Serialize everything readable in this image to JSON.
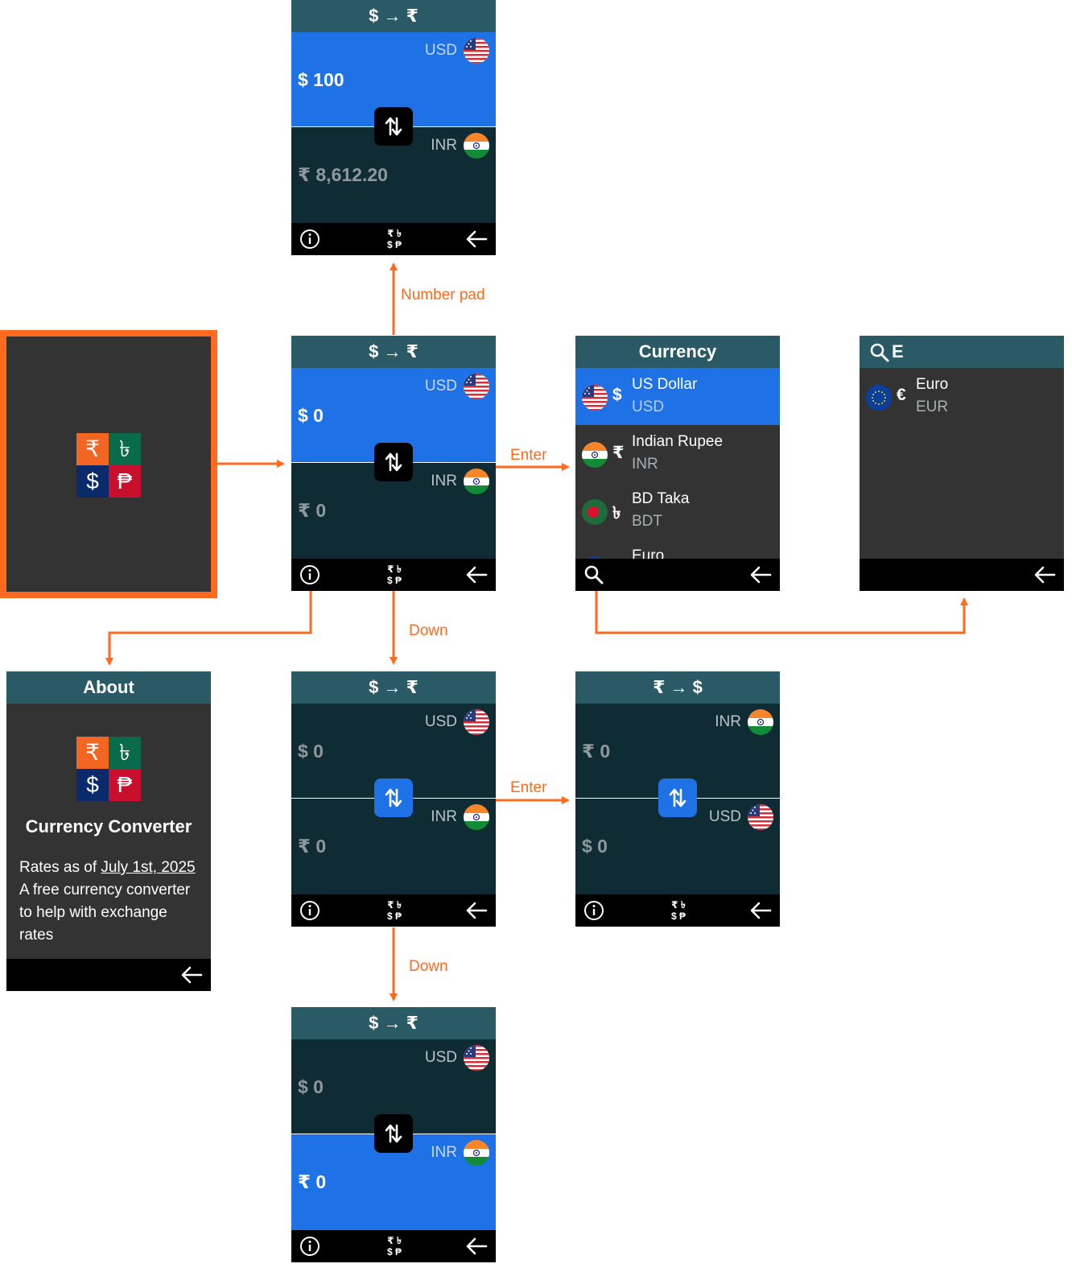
{
  "colors": {
    "accent": "#ff6a1f",
    "header": "#2a5a66",
    "panel": "#0f2c35",
    "active_panel": "#1f72e6",
    "background": "#333333"
  },
  "launcher": {
    "logo_glyphs": [
      "₹",
      "৳",
      "$",
      "₱"
    ]
  },
  "converter_top_active": {
    "header": "$ → ₹",
    "from_code": "USD",
    "from_amount": "$ 100",
    "to_code": "INR",
    "to_amount": "₹ 8,612.20"
  },
  "converter_initial": {
    "header": "$ → ₹",
    "from_code": "USD",
    "from_amount": "$ 0",
    "to_code": "INR",
    "to_amount": "₹ 0"
  },
  "converter_swap_focus": {
    "header": "$ → ₹",
    "from_code": "USD",
    "from_amount": "$ 0",
    "to_code": "INR",
    "to_amount": "₹ 0"
  },
  "converter_swapped": {
    "header": "₹ → $",
    "from_code": "INR",
    "from_amount": "₹ 0",
    "to_code": "USD",
    "to_amount": "$ 0"
  },
  "converter_bottom_active": {
    "header": "$ → ₹",
    "from_code": "USD",
    "from_amount": "$ 0",
    "to_code": "INR",
    "to_amount": "₹ 0"
  },
  "currency_list": {
    "header": "Currency",
    "items": [
      {
        "symbol": "$",
        "name": "US Dollar",
        "code": "USD"
      },
      {
        "symbol": "₹",
        "name": "Indian Rupee",
        "code": "INR"
      },
      {
        "symbol": "৳",
        "name": "BD Taka",
        "code": "BDT"
      },
      {
        "symbol": "",
        "name": "Euro",
        "code": ""
      }
    ]
  },
  "search": {
    "query": "E",
    "items": [
      {
        "symbol": "€",
        "name": "Euro",
        "code": "EUR"
      }
    ]
  },
  "about": {
    "header": "About",
    "app_name": "Currency Converter",
    "rates_prefix": "Rates as of ",
    "rates_date": "July 1st, 2025",
    "description": " A free currency converter to help with exchange rates"
  },
  "footer_glyphs": {
    "row1": "₹ ৳",
    "row2": "$ ₱"
  },
  "edges": {
    "number_pad": "Number pad",
    "enter_list": "Enter",
    "down_1": "Down",
    "enter_swap": "Enter",
    "down_2": "Down"
  }
}
